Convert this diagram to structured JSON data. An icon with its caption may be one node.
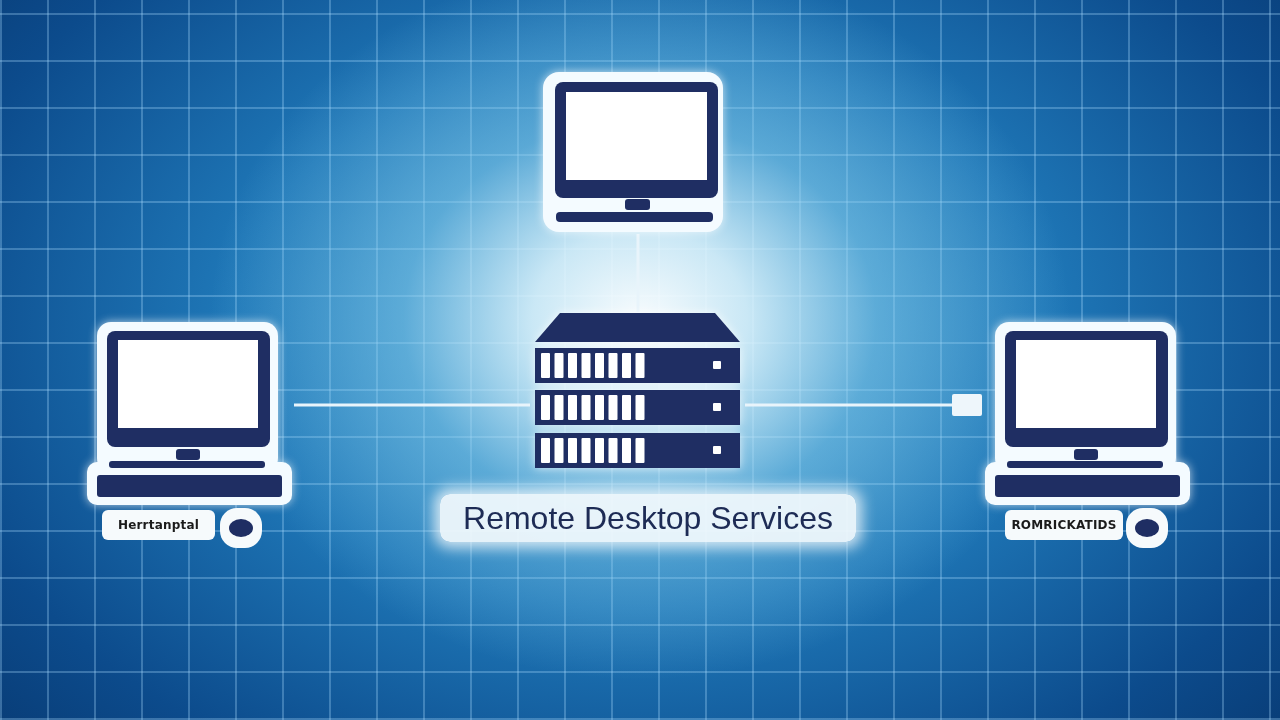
{
  "diagram": {
    "nodes": [
      {
        "text": [],
        "shape": "monitor"
      },
      {
        "text": [],
        "shape": "computer",
        "beside": [
          "Herrtanptal"
        ]
      },
      {
        "text": [],
        "shape": "server",
        "beside": [
          "Remote Desktop Services"
        ]
      },
      {
        "text": [],
        "shape": "computer",
        "beside": [
          "ROMRICKATIDS"
        ]
      }
    ],
    "edges": [
      {
        "from": 0,
        "to": 2,
        "arrow": "none"
      },
      {
        "from": 1,
        "to": 2,
        "arrow": "none"
      },
      {
        "from": 2,
        "to": 3,
        "arrow": "other"
      }
    ]
  }
}
